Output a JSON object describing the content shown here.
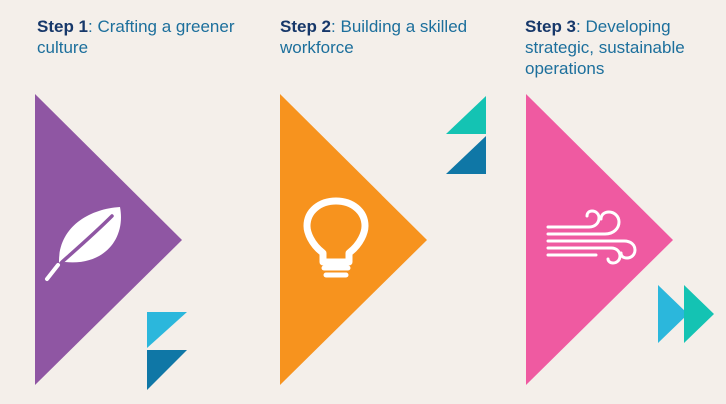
{
  "steps": [
    {
      "number": "Step 1",
      "sep": ": ",
      "title": "Crafting a greener culture",
      "icon": "leaf-icon",
      "color": "#8f56a3"
    },
    {
      "number": "Step 2",
      "sep": ": ",
      "title": "Building a skilled workforce",
      "icon": "lightbulb-icon",
      "color": "#f7931e"
    },
    {
      "number": "Step 3",
      "sep": ": ",
      "title": "Developing strategic, sustainable operations",
      "icon": "wind-icon",
      "color": "#ef5aa1"
    }
  ],
  "colors": {
    "background": "#f4efea",
    "heading_number": "#17386a",
    "heading_text": "#1c6f9c",
    "accent_light_blue": "#2bb7dc",
    "accent_teal": "#14c3b3",
    "accent_dark_blue": "#0f77a6",
    "icon": "#ffffff"
  }
}
